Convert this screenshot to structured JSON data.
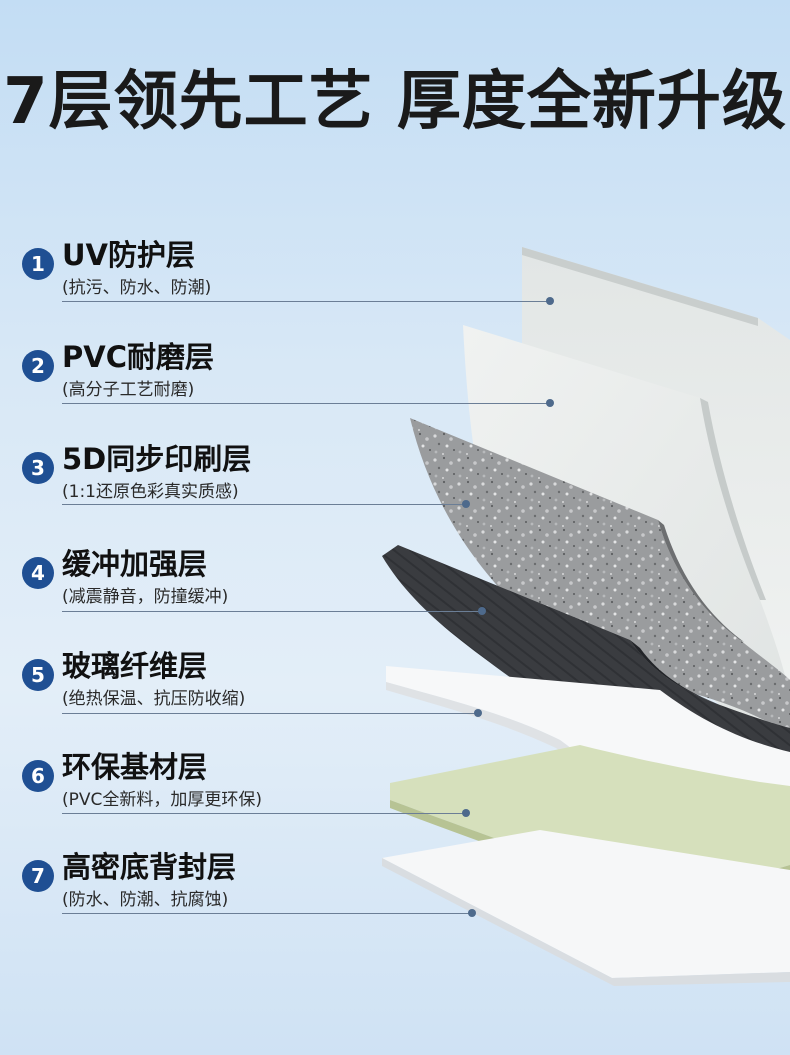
{
  "headline": "7层领先工艺 厚度全新升级",
  "layers": [
    {
      "num": "1",
      "title": "UV防护层",
      "desc": "(抗污、防水、防潮)"
    },
    {
      "num": "2",
      "title": "PVC耐磨层",
      "desc": "(高分子工艺耐磨)"
    },
    {
      "num": "3",
      "title": "5D同步印刷层",
      "desc": "(1:1还原色彩真实质感)"
    },
    {
      "num": "4",
      "title": "缓冲加强层",
      "desc": "(减震静音，防撞缓冲)"
    },
    {
      "num": "5",
      "title": "玻璃纤维层",
      "desc": "(绝热保温、抗压防收缩)"
    },
    {
      "num": "6",
      "title": "环保基材层",
      "desc": "(PVC全新料，加厚更环保)"
    },
    {
      "num": "7",
      "title": "高密底背封层",
      "desc": "(防水、防潮、抗腐蚀)"
    }
  ],
  "colors": {
    "badge": "#1f4f93",
    "leader": "#6b7e96",
    "uv_layer": "#ecefed",
    "pvc_layer": "#eceeec",
    "print_layer": "#8d8f91",
    "buffer_layer": "#3c3e42",
    "fiber_layer": "#f6f7f8",
    "base_layer": "#d3ddb8",
    "back_layer": "#f5f6f7"
  }
}
